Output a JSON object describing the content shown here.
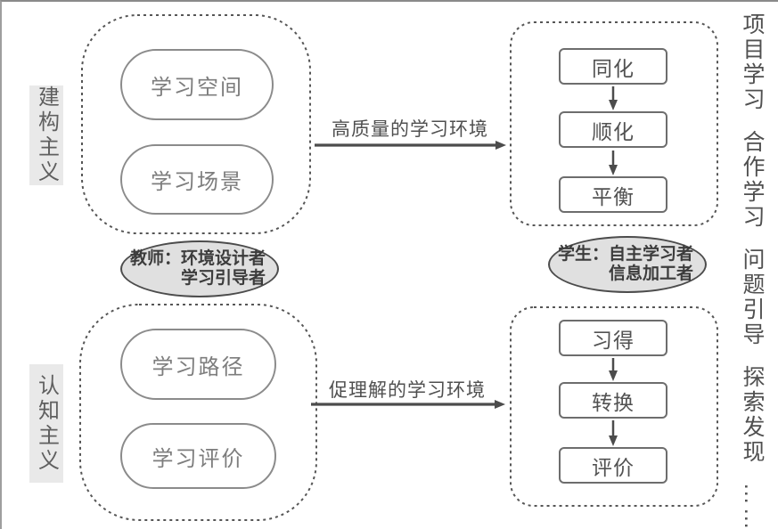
{
  "labels": {
    "constructivism": "建构主义",
    "cognitivism": "认知主义"
  },
  "constructivism": {
    "concepts": [
      "学习空间",
      "学习场景"
    ],
    "arrow_label": "高质量的学习环境",
    "process": [
      "同化",
      "顺化",
      "平衡"
    ]
  },
  "cognitivism": {
    "concepts": [
      "学习路径",
      "学习评价"
    ],
    "arrow_label": "促理解的学习环境",
    "process": [
      "习得",
      "转换",
      "评价"
    ]
  },
  "teacher": {
    "line1": "教师：环境设计者",
    "line2": "学习引导者"
  },
  "student": {
    "line1": "学生：自主学习者",
    "line2": "信息加工者"
  },
  "sidebar": {
    "text": "项目学习 合作学习 问题引导 探索发现 ……"
  },
  "colors": {
    "background": "#ffffff",
    "dashed_container_border": "#565656",
    "pill_border": "#8b8b8b",
    "process_box_border": "#6d6d6d",
    "arrow": "#4c4c4c",
    "side_label_bg": "#e9e9e9",
    "role_ellipse_bg": "#e0e0e0",
    "text_dark": "#3c3c3c",
    "text_medium": "#525252",
    "text_light": "#7d7d7d"
  }
}
